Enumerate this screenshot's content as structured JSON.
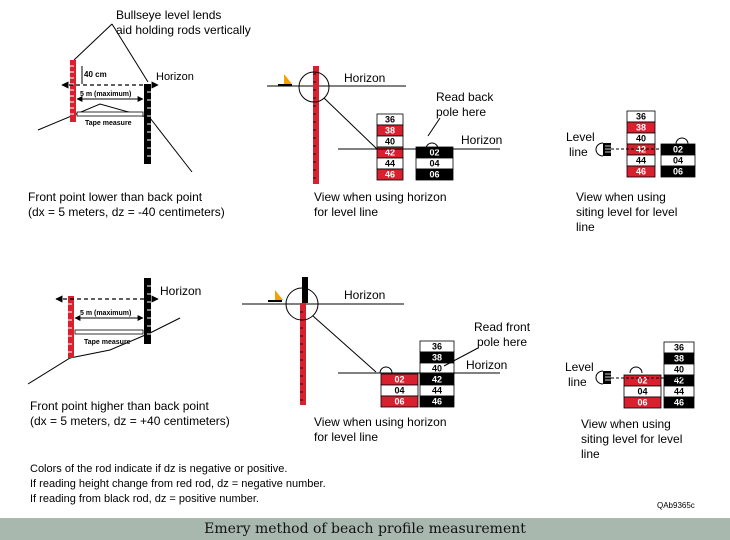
{
  "colors": {
    "red": "#d9202f",
    "black": "#000000",
    "line": "#000000",
    "caption_bg": "#a9b8ae",
    "boat": "#f5a000"
  },
  "panels": {
    "top_left": {
      "note": "Bullseye level lends aid holding rods vertically",
      "note_line1": "Bullseye level lends",
      "note_line2": "aid holding rods vertically",
      "horizon": "Horizon",
      "offset": "40 cm",
      "distance": "5 m (maximum)",
      "tape": "Tape measure",
      "desc_line1": "Front point lower than back point",
      "desc_line2": "(dx = 5 meters, dz = -40 centimeters)"
    },
    "top_mid": {
      "horizon": "Horizon",
      "horizon2": "Horizon",
      "read_line1": "Read back",
      "read_line2": "pole here",
      "left_values": [
        "36",
        "38",
        "40",
        "42",
        "44",
        "46"
      ],
      "left_colors": [
        "white",
        "red",
        "white",
        "red",
        "white",
        "red"
      ],
      "right_values": [
        "02",
        "04",
        "06"
      ],
      "right_colors": [
        "black",
        "white",
        "black"
      ],
      "desc_line1": "View when using horizon",
      "desc_line2": "for level line"
    },
    "top_right": {
      "level_line1": "Level",
      "level_line2": "line",
      "left_values": [
        "36",
        "38",
        "40",
        "42",
        "44",
        "46"
      ],
      "right_values": [
        "02",
        "04",
        "06"
      ],
      "desc_line1": "View when using",
      "desc_line2": "siting level for level",
      "desc_line3": "line"
    },
    "bottom_left": {
      "horizon": "Horizon",
      "distance": "5 m (maximum)",
      "tape": "Tape measure",
      "desc_line1": "Front point higher than back point",
      "desc_line2": "(dx = 5 meters, dz = +40 centimeters)"
    },
    "bottom_mid": {
      "horizon": "Horizon",
      "horizon2": "Horizon",
      "read_line1": "Read front",
      "read_line2": "pole here",
      "right_values": [
        "36",
        "38",
        "40",
        "42",
        "44",
        "46"
      ],
      "left_values": [
        "02",
        "04",
        "06"
      ],
      "desc_line1": "View when using horizon",
      "desc_line2": "for level line"
    },
    "bottom_right": {
      "level_line1": "Level",
      "level_line2": "line",
      "right_values": [
        "36",
        "38",
        "40",
        "42",
        "44",
        "46"
      ],
      "left_values": [
        "02",
        "04",
        "06"
      ],
      "desc_line1": "View when using",
      "desc_line2": "siting level for level",
      "desc_line3": "line"
    }
  },
  "notes": {
    "line1": "Colors of the rod indicate if dz is negative or positive.",
    "line2": "If reading height change from red rod, dz = negative number.",
    "line3": "If reading from black rod, dz = positive number."
  },
  "code": "QAb9365c",
  "caption": "Emery method of beach profile measurement"
}
